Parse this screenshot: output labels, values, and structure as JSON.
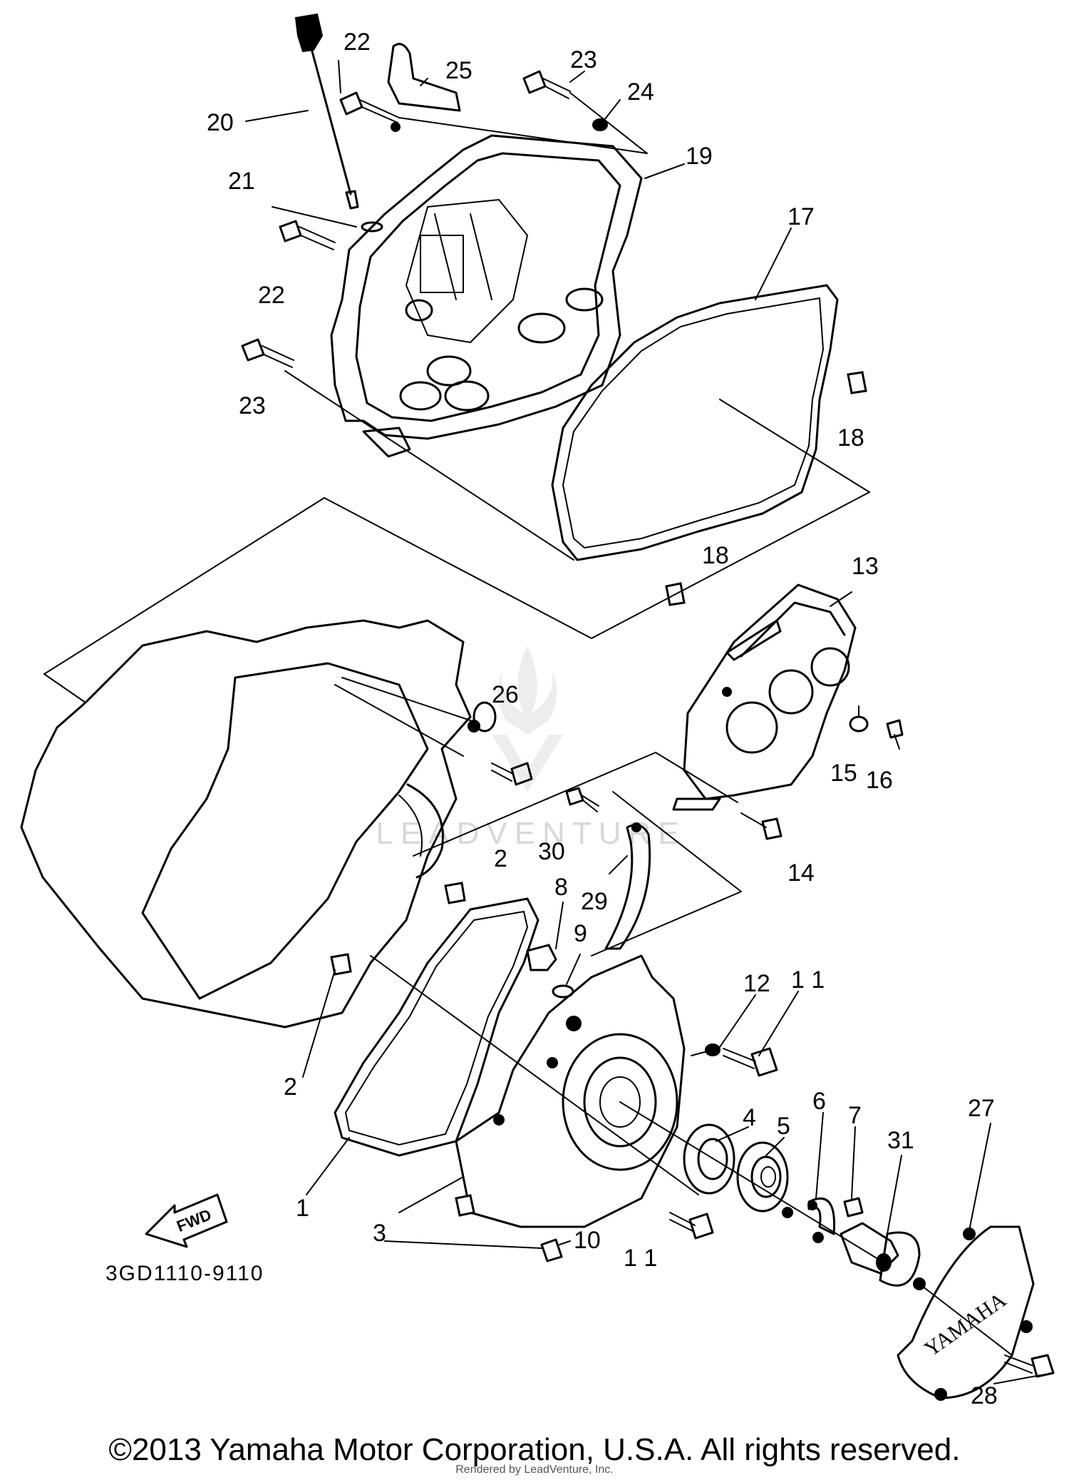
{
  "diagram": {
    "parts": [
      {
        "id": "p20",
        "label": "20"
      },
      {
        "id": "p22a",
        "label": "22"
      },
      {
        "id": "p25",
        "label": "25"
      },
      {
        "id": "p23a",
        "label": "23"
      },
      {
        "id": "p24",
        "label": "24"
      },
      {
        "id": "p19",
        "label": "19"
      },
      {
        "id": "p21",
        "label": "21"
      },
      {
        "id": "p17",
        "label": "17"
      },
      {
        "id": "p22b",
        "label": "22"
      },
      {
        "id": "p23b",
        "label": "23"
      },
      {
        "id": "p18a",
        "label": "18"
      },
      {
        "id": "p18b",
        "label": "18"
      },
      {
        "id": "p13",
        "label": "13"
      },
      {
        "id": "p26",
        "label": "26"
      },
      {
        "id": "p15",
        "label": "15"
      },
      {
        "id": "p16",
        "label": "16"
      },
      {
        "id": "p30",
        "label": "30"
      },
      {
        "id": "p14",
        "label": "14"
      },
      {
        "id": "p2a",
        "label": "2"
      },
      {
        "id": "p8",
        "label": "8"
      },
      {
        "id": "p29",
        "label": "29"
      },
      {
        "id": "p9",
        "label": "9"
      },
      {
        "id": "p12",
        "label": "12"
      },
      {
        "id": "p11a",
        "label": "1 1"
      },
      {
        "id": "p2b",
        "label": "2"
      },
      {
        "id": "p4",
        "label": "4"
      },
      {
        "id": "p5",
        "label": "5"
      },
      {
        "id": "p6",
        "label": "6"
      },
      {
        "id": "p7",
        "label": "7"
      },
      {
        "id": "p31",
        "label": "31"
      },
      {
        "id": "p27",
        "label": "27"
      },
      {
        "id": "p1",
        "label": "1"
      },
      {
        "id": "p3",
        "label": "3"
      },
      {
        "id": "p10",
        "label": "10"
      },
      {
        "id": "p11b",
        "label": "1 1"
      },
      {
        "id": "p28",
        "label": "28"
      }
    ],
    "diagram_code": "3GD1110-9110",
    "fwd_label": "FWD",
    "cover_logo": "YAMAHA",
    "watermark": "LEADVENTURE"
  },
  "footer": {
    "copyright": "©2013 Yamaha Motor Corporation, U.S.A. All rights reserved.",
    "rendered_by": "Rendered by LeadVenture, Inc."
  },
  "colors": {
    "line": "#000000",
    "background": "#ffffff",
    "watermark": "#d8d8d8"
  }
}
